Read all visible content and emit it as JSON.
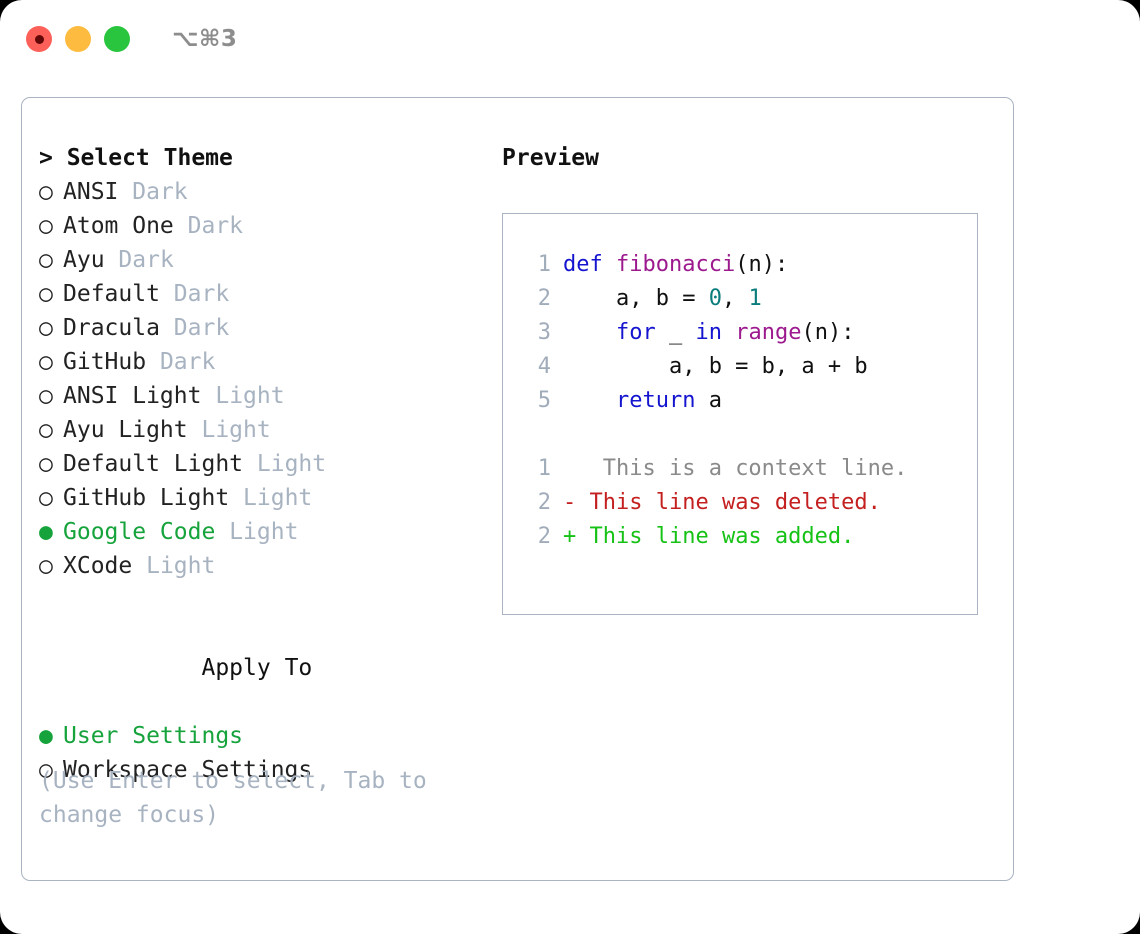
{
  "window": {
    "shortcut": "⌥⌘3",
    "traffic_lights": [
      {
        "name": "close",
        "color": "#fd6058"
      },
      {
        "name": "minimize",
        "color": "#fdbc40"
      },
      {
        "name": "maximize",
        "color": "#2ac53e"
      }
    ]
  },
  "theme_picker": {
    "header": "> Select Theme",
    "items": [
      {
        "marker": "○",
        "name": "ANSI",
        "variant": "Dark",
        "selected": false
      },
      {
        "marker": "○",
        "name": "Atom One",
        "variant": "Dark",
        "selected": false
      },
      {
        "marker": "○",
        "name": "Ayu",
        "variant": "Dark",
        "selected": false
      },
      {
        "marker": "○",
        "name": "Default",
        "variant": "Dark",
        "selected": false
      },
      {
        "marker": "○",
        "name": "Dracula",
        "variant": "Dark",
        "selected": false
      },
      {
        "marker": "○",
        "name": "GitHub",
        "variant": "Dark",
        "selected": false
      },
      {
        "marker": "○",
        "name": "ANSI Light",
        "variant": "Light",
        "selected": false
      },
      {
        "marker": "○",
        "name": "Ayu Light",
        "variant": "Light",
        "selected": false
      },
      {
        "marker": "○",
        "name": "Default Light",
        "variant": "Light",
        "selected": false
      },
      {
        "marker": "○",
        "name": "GitHub Light",
        "variant": "Light",
        "selected": false
      },
      {
        "marker": "●",
        "name": "Google Code",
        "variant": "Light",
        "selected": true
      },
      {
        "marker": "○",
        "name": "XCode",
        "variant": "Light",
        "selected": false
      }
    ]
  },
  "apply_to": {
    "header": "Apply To",
    "items": [
      {
        "marker": "●",
        "name": "User Settings",
        "selected": true
      },
      {
        "marker": "○",
        "name": "Workspace Settings",
        "selected": false
      }
    ]
  },
  "hint": "(Use Enter to select, Tab to change focus)",
  "preview": {
    "title": "Preview",
    "code_lines": [
      {
        "lineno": "1",
        "tokens": [
          {
            "text": "def ",
            "type": "kw"
          },
          {
            "text": "fibonacci",
            "type": "fn"
          },
          {
            "text": "(n):",
            "type": "punct"
          }
        ]
      },
      {
        "lineno": "2",
        "tokens": [
          {
            "text": "    a, b = ",
            "type": "plain"
          },
          {
            "text": "0",
            "type": "num"
          },
          {
            "text": ", ",
            "type": "plain"
          },
          {
            "text": "1",
            "type": "num"
          }
        ]
      },
      {
        "lineno": "3",
        "tokens": [
          {
            "text": "    ",
            "type": "plain"
          },
          {
            "text": "for",
            "type": "kw"
          },
          {
            "text": " _ ",
            "type": "plain"
          },
          {
            "text": "in",
            "type": "kw"
          },
          {
            "text": " ",
            "type": "plain"
          },
          {
            "text": "range",
            "type": "fn"
          },
          {
            "text": "(n):",
            "type": "punct"
          }
        ]
      },
      {
        "lineno": "4",
        "tokens": [
          {
            "text": "        a, b = b, a + b",
            "type": "plain"
          }
        ]
      },
      {
        "lineno": "5",
        "tokens": [
          {
            "text": "    ",
            "type": "plain"
          },
          {
            "text": "return",
            "type": "kw"
          },
          {
            "text": " a",
            "type": "plain"
          }
        ]
      }
    ],
    "diff_lines": [
      {
        "lineno": "1",
        "sign": " ",
        "text": "  This is a context line.",
        "kind": "context"
      },
      {
        "lineno": "2",
        "sign": "-",
        "text": " This line was deleted.",
        "kind": "del"
      },
      {
        "lineno": "2",
        "sign": "+",
        "text": " This line was added.",
        "kind": "add"
      }
    ]
  },
  "colors": {
    "selected_green": "#16a33c",
    "variant_gray": "#a8b3c1",
    "border": "#a9b4c2",
    "keyword": "#1515d0",
    "function": "#9c1a8e",
    "number": "#0b7c7c",
    "diff_deleted": "#c42020",
    "diff_added": "#16c216",
    "diff_context": "#8a8a8a",
    "lineno": "#a1acbb"
  }
}
